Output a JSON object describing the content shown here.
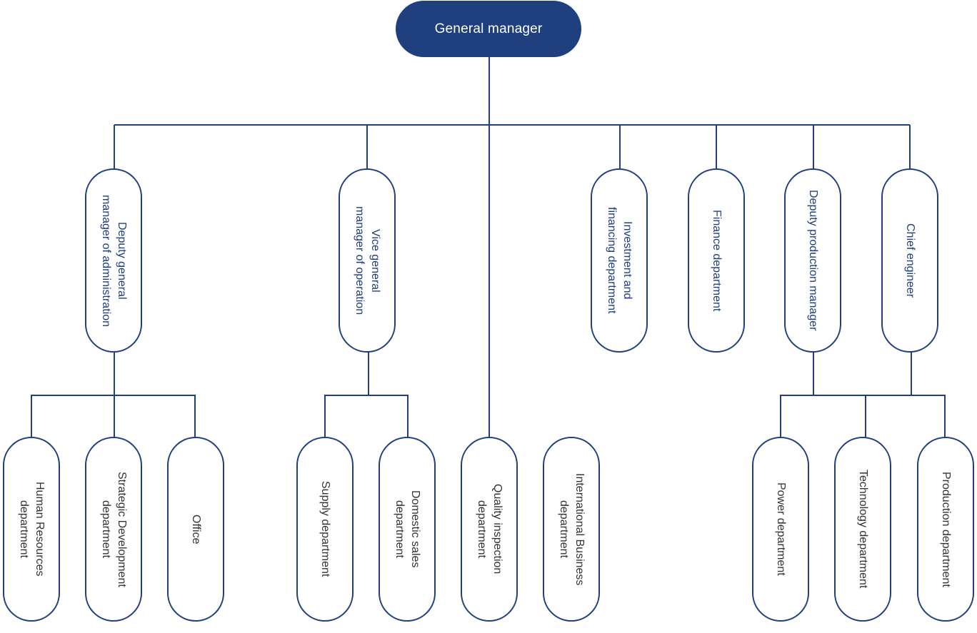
{
  "colors": {
    "primary": "#1f3f7e",
    "dark_text": "#333333",
    "background": "#ffffff"
  },
  "root": {
    "label": "General manager"
  },
  "level1": [
    {
      "id": "dgm-admin",
      "label": "Deputy general\nmanager of administration"
    },
    {
      "id": "vgm-operation",
      "label": "Vice general\nmanager of operation"
    },
    {
      "id": "investment-financing",
      "label": "Investment and\nfinancing department"
    },
    {
      "id": "finance",
      "label": "Finance department"
    },
    {
      "id": "deputy-production",
      "label": "Deputy production manager"
    },
    {
      "id": "chief-engineer",
      "label": "Chief engineer"
    }
  ],
  "level2": [
    {
      "id": "hr",
      "label": "Human Resources\ndepartment"
    },
    {
      "id": "strategic",
      "label": "Strategic Development\ndepartment"
    },
    {
      "id": "office",
      "label": "Office"
    },
    {
      "id": "supply",
      "label": "Supply department"
    },
    {
      "id": "domestic-sales",
      "label": "Domestic sales\ndepartment"
    },
    {
      "id": "quality",
      "label": "Quality inspection\ndepartment"
    },
    {
      "id": "international",
      "label": "International Business\ndepartment"
    },
    {
      "id": "power",
      "label": "Power department"
    },
    {
      "id": "technology",
      "label": "Technology department"
    },
    {
      "id": "production",
      "label": "Production department"
    }
  ]
}
